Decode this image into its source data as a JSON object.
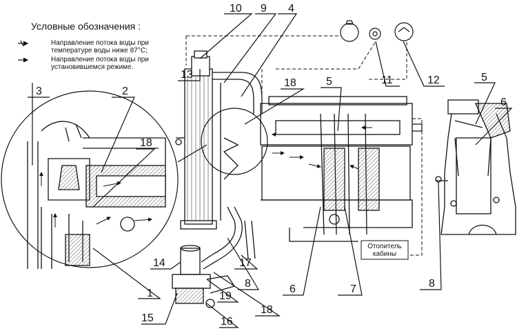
{
  "legend": {
    "title": "Условные обозначения :",
    "items": [
      {
        "text": "Направление потока воды при температуре воды ниже 87°С;",
        "style": "crossed"
      },
      {
        "text": "Направление потока воды при установившемся режиме.",
        "style": "solid"
      }
    ]
  },
  "heater_box": {
    "line1": "Отопитель",
    "line2": "кабины"
  },
  "callouts": [
    "1",
    "2",
    "3",
    "4",
    "5",
    "5",
    "6",
    "6",
    "7",
    "8",
    "8",
    "9",
    "10",
    "11",
    "12",
    "13",
    "14",
    "15",
    "16",
    "17",
    "18",
    "18",
    "18",
    "19"
  ],
  "colors": {
    "line": "#111111",
    "background": "#ffffff",
    "hatch": "#555555"
  }
}
